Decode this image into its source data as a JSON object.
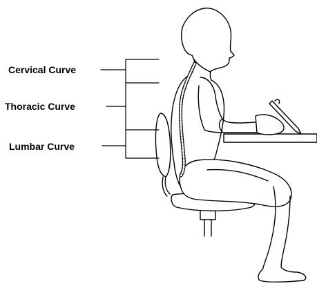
{
  "labels": {
    "cervical": "Cervical Curve",
    "thoracic": "Thoracic Curve",
    "lumbar": "Lumbar Curve"
  },
  "colors": {
    "line": "#000000",
    "fill": "#ffffff",
    "background": "#ffffff"
  },
  "icons": {
    "figure": "seated-person-figure",
    "spine": "spine-icon",
    "chair": "office-chair-icon",
    "desk": "desk-icon",
    "pen": "pen-icon"
  }
}
